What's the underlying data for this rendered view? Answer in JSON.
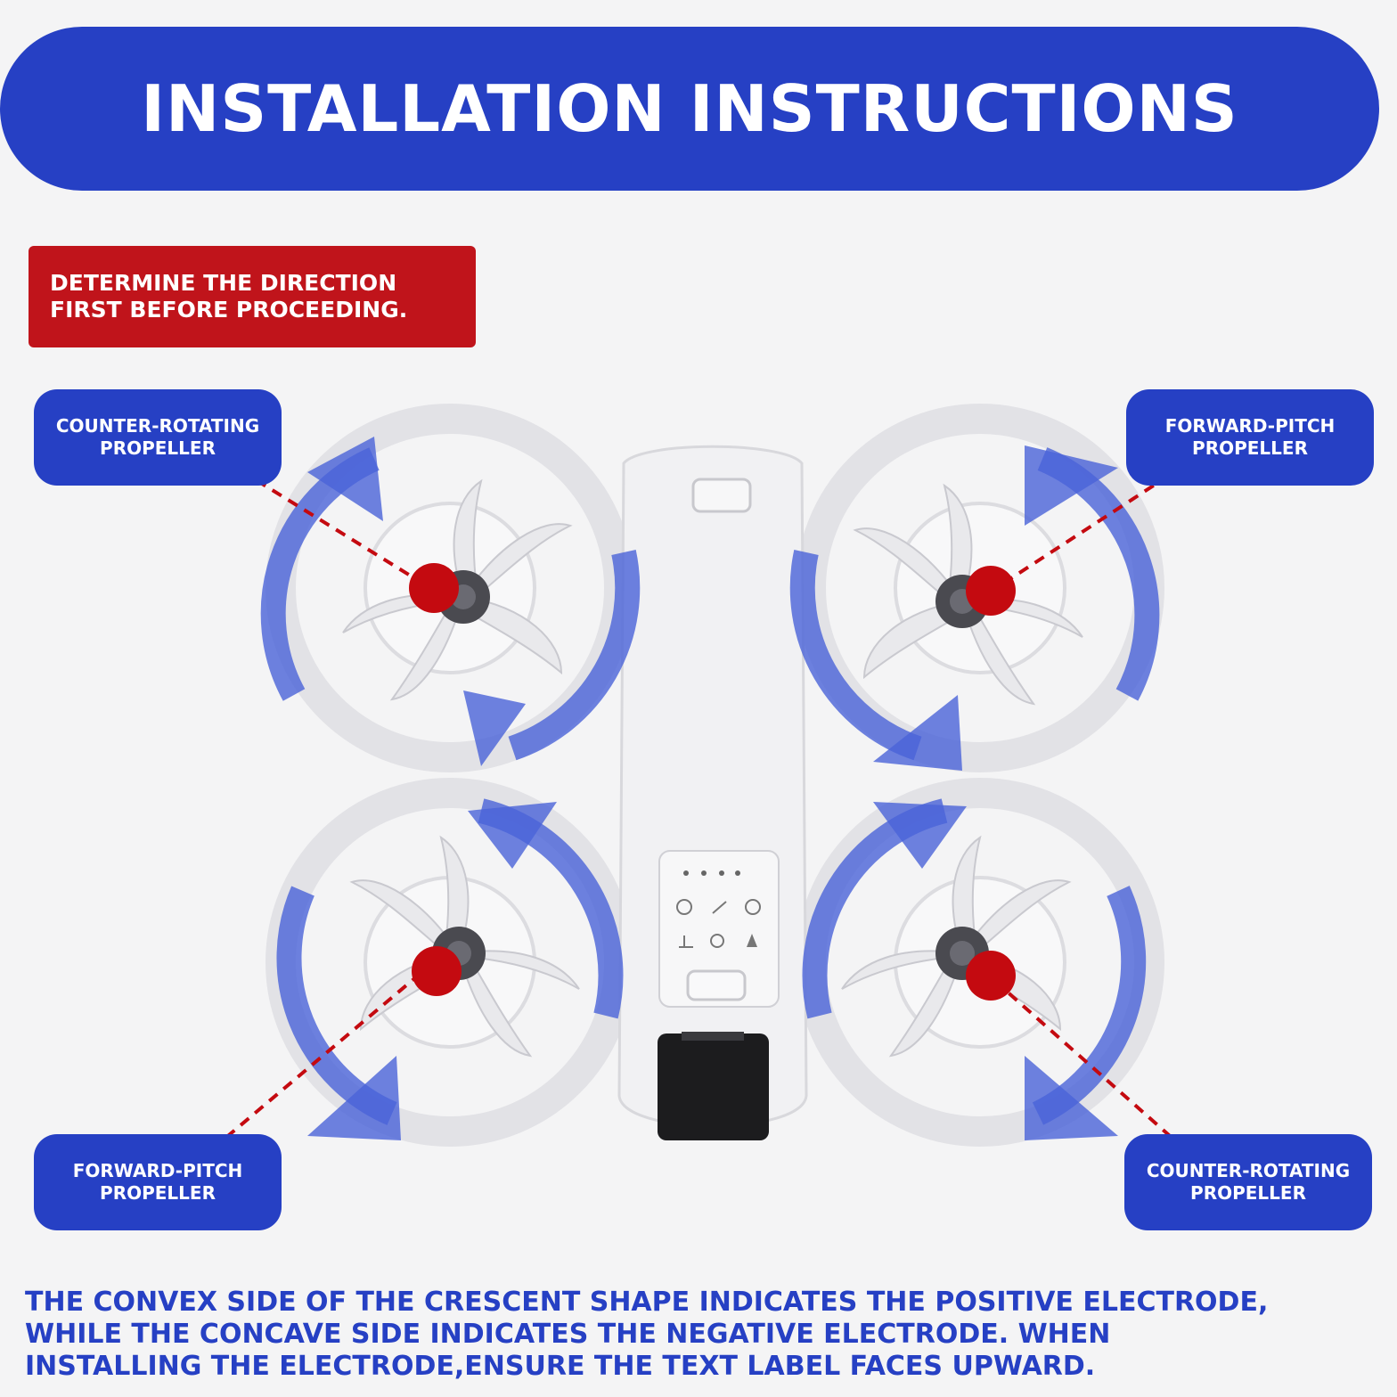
{
  "header": {
    "title": "INSTALLATION INSTRUCTIONS"
  },
  "warning": {
    "line1": "DETERMINE THE DIRECTION",
    "line2": "FIRST BEFORE PROCEEDING."
  },
  "labels": {
    "top_left": {
      "line1": "COUNTER-ROTATING",
      "line2": "PROPELLER"
    },
    "top_right": {
      "line1": "FORWARD-PITCH",
      "line2": "PROPELLER"
    },
    "bottom_left": {
      "line1": "FORWARD-PITCH",
      "line2": "PROPELLER"
    },
    "bottom_right": {
      "line1": "COUNTER-ROTATING",
      "line2": "PROPELLER"
    }
  },
  "footer": {
    "line1": "THE CONVEX SIDE OF THE CRESCENT SHAPE INDICATES THE POSITIVE ELECTRODE,",
    "line2": "WHILE THE CONCAVE SIDE INDICATES THE NEGATIVE ELECTRODE. WHEN",
    "line3": "INSTALLING THE ELECTRODE,ENSURE THE TEXT LABEL FACES UPWARD."
  },
  "colors": {
    "brand_blue": "#2640c4",
    "warning_red": "#c0141b",
    "marker_red": "#c40a10",
    "arrow_blue": "#4a63d8"
  }
}
